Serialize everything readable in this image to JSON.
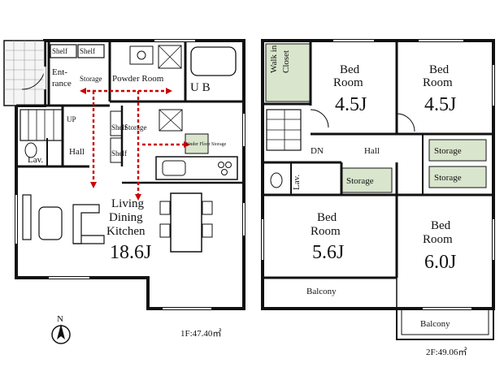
{
  "floor1": {
    "area_label": "1F:47.40㎡",
    "rooms": {
      "shelf_a": "Shelf",
      "shelf_b": "Shelf",
      "entrance_1": "Ent-",
      "entrance_2": "rance",
      "storage_small": "Storage",
      "powder_room": "Powder Room",
      "ub": "U B",
      "up": "UP",
      "lav": "Lav.",
      "hall": "Hall",
      "shelf_c": "Shelf",
      "shelf_d": "Shelf",
      "storage_v": "Storage",
      "under_floor": "Under Floor Storage",
      "ldk_1": "Living",
      "ldk_2": "Dining",
      "ldk_3": "Kitchen",
      "ldk_size": "18.6J"
    }
  },
  "floor2": {
    "area_label": "2F:49.06㎡",
    "rooms": {
      "wic_1": "Walk in",
      "wic_2": "Closet",
      "bed1_1": "Bed",
      "bed1_2": "Room",
      "bed1_size": "4.5J",
      "bed2_1": "Bed",
      "bed2_2": "Room",
      "bed2_size": "4.5J",
      "dn": "DN",
      "hall": "Hall",
      "storage_1": "Storage",
      "storage_2": "Storage",
      "storage_3": "Storage",
      "lav": "Lav.",
      "bed3_1": "Bed",
      "bed3_2": "Room",
      "bed3_size": "5.6J",
      "bed4_1": "Bed",
      "bed4_2": "Room",
      "bed4_size": "6.0J",
      "balcony_1": "Balcony",
      "balcony_2": "Balcony"
    }
  },
  "compass": {
    "label": "N"
  },
  "colors": {
    "wall": "#111111",
    "storage_fill": "#d9e5cc",
    "route": "#cc0000"
  }
}
